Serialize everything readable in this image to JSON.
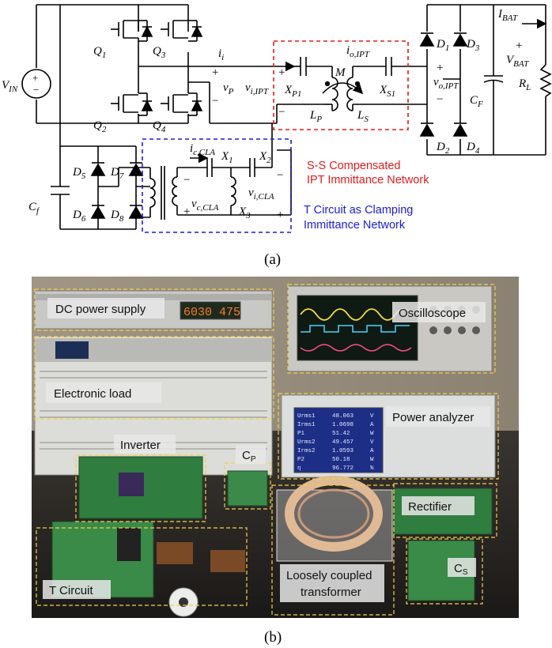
{
  "circuit": {
    "vin": [
      "V",
      "IN"
    ],
    "switches": [
      [
        "Q",
        "1"
      ],
      [
        "Q",
        "2"
      ],
      [
        "Q",
        "3"
      ],
      [
        "Q",
        "4"
      ]
    ],
    "diodes": [
      [
        "D",
        "1"
      ],
      [
        "D",
        "2"
      ],
      [
        "D",
        "3"
      ],
      [
        "D",
        "4"
      ],
      [
        "D",
        "5"
      ],
      [
        "D",
        "6"
      ],
      [
        "D",
        "7"
      ],
      [
        "D",
        "8"
      ]
    ],
    "cap_cf": [
      "C",
      "f"
    ],
    "cap_CF": [
      "C",
      "F"
    ],
    "load": [
      "R",
      "L"
    ],
    "ibat": [
      "I",
      "BAT"
    ],
    "vbat": [
      "V",
      "BAT"
    ],
    "ii": [
      "i",
      "i"
    ],
    "vp": [
      "v",
      "P"
    ],
    "vi_ipt": [
      "v",
      "i,IPT"
    ],
    "io_ipt": [
      "i",
      "o,IPT"
    ],
    "vo_ipt": [
      "v",
      "o,IPT"
    ],
    "xp1": [
      "X",
      "P1"
    ],
    "xs1": [
      "X",
      "S1"
    ],
    "mutual": "M",
    "lp": [
      "L",
      "P"
    ],
    "ls": [
      "L",
      "S"
    ],
    "ic_cla": [
      "i",
      "c,CLA"
    ],
    "vc_cla": [
      "v",
      "c,CLA"
    ],
    "vi_cla": [
      "v",
      "i,CLA"
    ],
    "x1": [
      "X",
      "1"
    ],
    "x2": [
      "X",
      "2"
    ],
    "x3": [
      "X",
      "3"
    ],
    "plus": "+",
    "minus": "−",
    "ss_network": [
      "S-S Compensated",
      "IPT Immittance Network"
    ],
    "t_network": [
      "T Circuit as Clamping",
      "Immittance Network"
    ],
    "colors": {
      "ss": "#e41a1c",
      "t": "#1a1ae4"
    }
  },
  "captions": {
    "a": "(a)",
    "b": "(b)"
  },
  "photo": {
    "labels": [
      "DC power supply",
      "Oscilloscope",
      "Electronic load",
      "Power analyzer",
      "Inverter",
      "C",
      "Rectifier",
      "C",
      "T Circuit",
      "Loosely coupled",
      "transformer"
    ],
    "cp_sub": "P",
    "cs_sub": "S",
    "psu_display": "6030  475",
    "analyzer_rows": [
      [
        "Urms1",
        "48.063",
        "V"
      ],
      [
        "Irms1",
        "1.0698",
        "A"
      ],
      [
        "P1",
        "51.42",
        "W"
      ],
      [
        "Urms2",
        "49.457",
        "V"
      ],
      [
        "Irms2",
        "1.0593",
        "A"
      ],
      [
        "P2",
        "50.18",
        "W"
      ],
      [
        "η",
        "96.772",
        "%"
      ]
    ]
  }
}
